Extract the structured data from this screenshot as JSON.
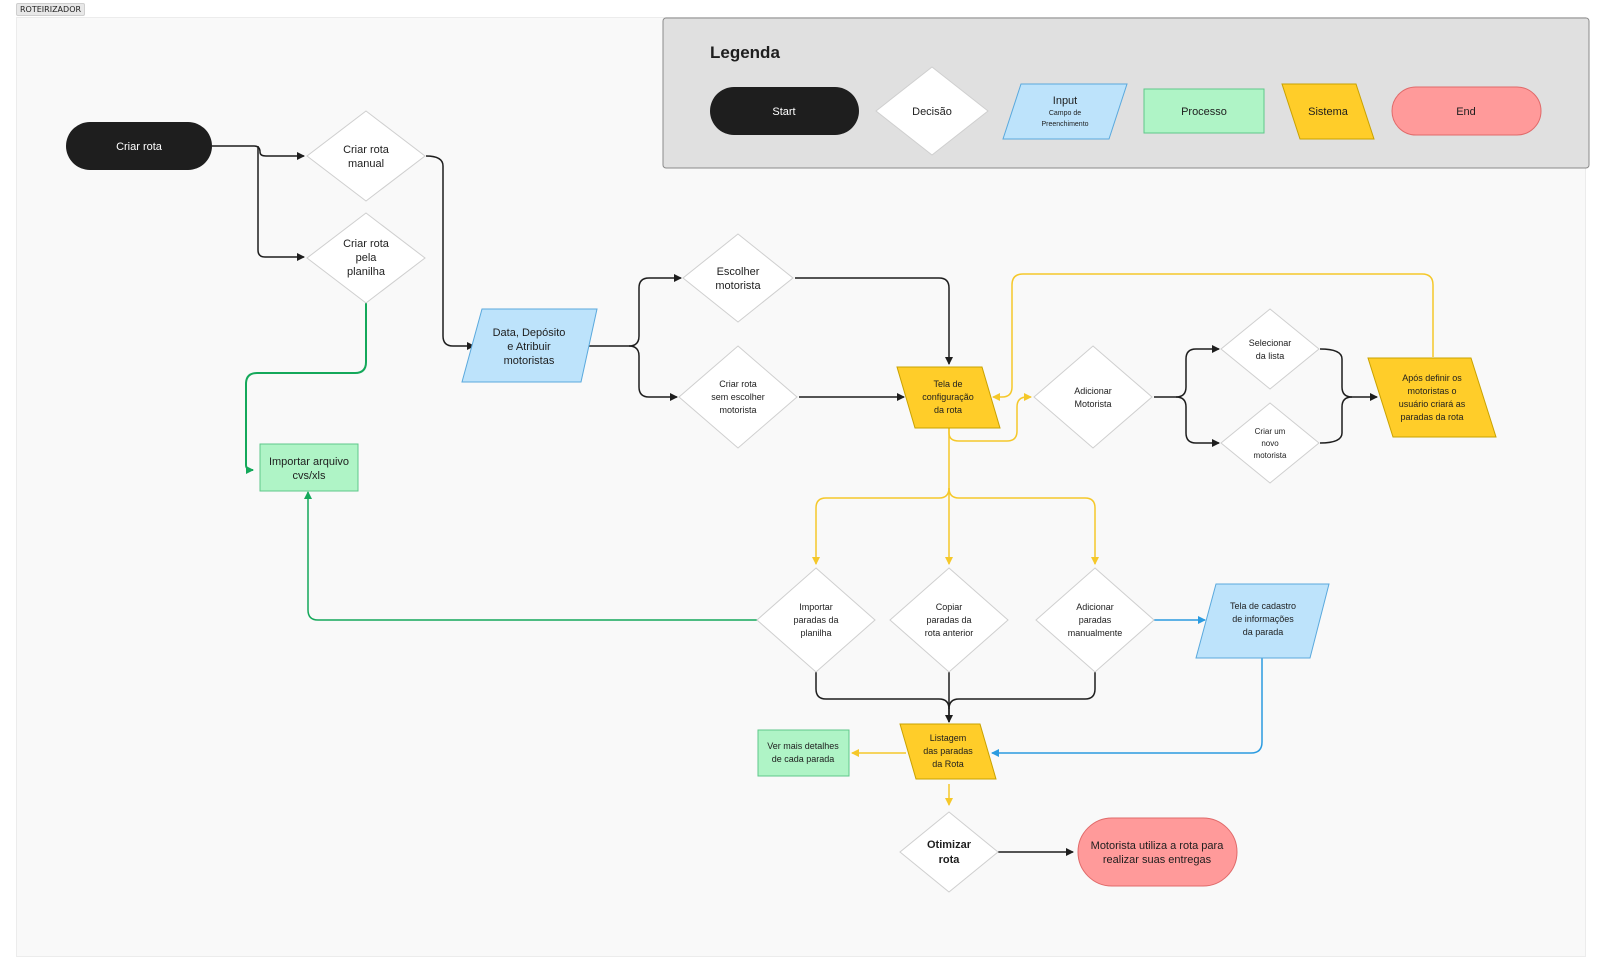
{
  "frame": {
    "title": "ROTEIRIZADOR"
  },
  "legend": {
    "title": "Legenda",
    "start": "Start",
    "decision": "Decisão",
    "input": "Input",
    "input_sub": [
      "Campo de",
      "Preenchimento"
    ],
    "process": "Processo",
    "system": "Sistema",
    "end": "End"
  },
  "nodes": {
    "criar_rota": [
      "Criar rota"
    ],
    "criar_manual": [
      "Criar rota",
      "manual"
    ],
    "criar_planilha": [
      "Criar rota",
      "pela",
      "planilha"
    ],
    "importar_arquivo": [
      "Importar arquivo",
      "cvs/xls"
    ],
    "data_deposito": [
      "Data, Depósito",
      "e Atribuir",
      "motoristas"
    ],
    "escolher_motorista": [
      "Escolher",
      "motorista"
    ],
    "criar_sem_motorista": [
      "Criar rota",
      "sem escolher",
      "motorista"
    ],
    "tela_config": [
      "Tela de",
      "configuração",
      "da rota"
    ],
    "adicionar_motorista": [
      "Adicionar",
      "Motorista"
    ],
    "selecionar_lista": [
      "Selecionar",
      "da lista"
    ],
    "criar_novo_motorista": [
      "Criar um",
      "novo",
      "motorista"
    ],
    "apos_definir": [
      "Após definir os",
      "motoristas o",
      "usuário criará as",
      "paradas da rota"
    ],
    "importar_paradas": [
      "Importar",
      "paradas da",
      "planilha"
    ],
    "copiar_paradas": [
      "Copiar",
      "paradas da",
      "rota anterior"
    ],
    "adicionar_paradas": [
      "Adicionar",
      "paradas",
      "manualmente"
    ],
    "tela_cadastro": [
      "Tela de cadastro",
      "de informações",
      "da parada"
    ],
    "listagem": [
      "Listagem",
      "das paradas",
      "da Rota"
    ],
    "ver_detalhes": [
      "Ver mais detalhes",
      "de cada parada"
    ],
    "otimizar": [
      "Otimizar",
      "rota"
    ],
    "motorista_utiliza": [
      "Motorista utiliza a rota para",
      "realizar suas entregas"
    ]
  },
  "colors": {
    "start": "#1e1e1e",
    "decision": "#ffffff",
    "input": "#bde3fb",
    "process": "#aff4c6",
    "system": "#ffcd29",
    "end": "#ff9a9a",
    "legend_bg": "#e0e0e0",
    "arrow_dark": "#1e1e1e",
    "arrow_yellow": "#f5c82a",
    "arrow_green": "#14a85a",
    "arrow_blue": "#2b9be0"
  }
}
